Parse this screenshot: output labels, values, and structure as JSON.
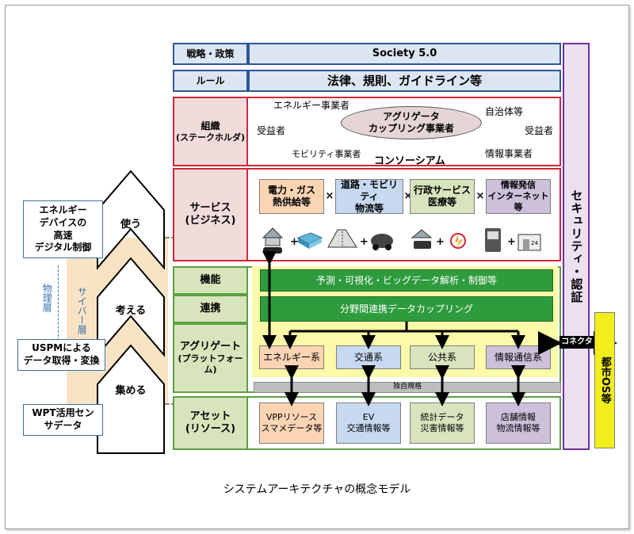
{
  "caption": "システムアーキテクチャの概念モデル",
  "rows": {
    "policy": {
      "label": "戦略・政策",
      "content": "Society 5.0"
    },
    "rule": {
      "label": "ルール",
      "content": "法律、規則、ガイドライン等"
    },
    "organization": {
      "label_line1": "組織",
      "label_line2": "(ステークホルダ)",
      "aggregator_line1": "アグリゲータ",
      "aggregator_line2": "カップリング事業者",
      "energy": "エネルギー事業者",
      "municipality": "自治体等",
      "beneficiary_left": "受益者",
      "beneficiary_right": "受益者",
      "mobility": "モビリティ事業者",
      "info": "情報事業者",
      "consortium": "コンソーシアム"
    },
    "service": {
      "label_line1": "サービス",
      "label_line2": "(ビジネス)",
      "items": [
        {
          "line1": "電力・ガス",
          "line2": "熱供給等"
        },
        {
          "line1": "道路・モビリティ",
          "line2": "物流等"
        },
        {
          "line1": "行政サービス",
          "line2": "医療等"
        },
        {
          "line1": "情報発信",
          "line2": "インターネット等"
        }
      ],
      "times": "×",
      "plus": "+",
      "store_sign": "24"
    },
    "function": {
      "label": "機能",
      "content": "予測・可視化・ビッグデータ解析・制御等"
    },
    "linkage": {
      "label": "連携",
      "content": "分野間連携データカップリング"
    },
    "aggregate": {
      "label_line1": "アグリゲート",
      "label_line2": "(プラットフォーム)",
      "systems": [
        "エネルギー系",
        "交通系",
        "公共系",
        "情報通信系"
      ],
      "standard": "独自規格"
    },
    "asset": {
      "label_line1": "アセット",
      "label_line2": "(リソース)",
      "items": [
        {
          "line1": "VPPリソース",
          "line2": "スマメデータ等"
        },
        {
          "line1": "EV",
          "line2": "交通情報等"
        },
        {
          "line1": "統計データ",
          "line2": "災害情報等"
        },
        {
          "line1": "店舗情報",
          "line2": "物流情報等"
        }
      ]
    }
  },
  "security": "セキュリティ・認証",
  "connector": "コネクタ",
  "city_os": "都市OS等",
  "left": {
    "top_box": [
      "エネルギー",
      "デバイスの",
      "高速",
      "デジタル制御"
    ],
    "mid_box": [
      "USPMによる",
      "データ取得・変換"
    ],
    "bottom_box": [
      "WPT活用セン",
      "サデータ"
    ],
    "physical_layer": "物理層",
    "cyber_layer": "サイバー層",
    "arrows": [
      "使う",
      "考える",
      "集める"
    ]
  },
  "colors": {
    "blue_border": "#2f5597",
    "red_border": "#d0263a",
    "green_border": "#5aa043",
    "dark_green": "#2e9b3d",
    "purple_border": "#7030a0",
    "city_yellow": "#f2ee1c"
  }
}
